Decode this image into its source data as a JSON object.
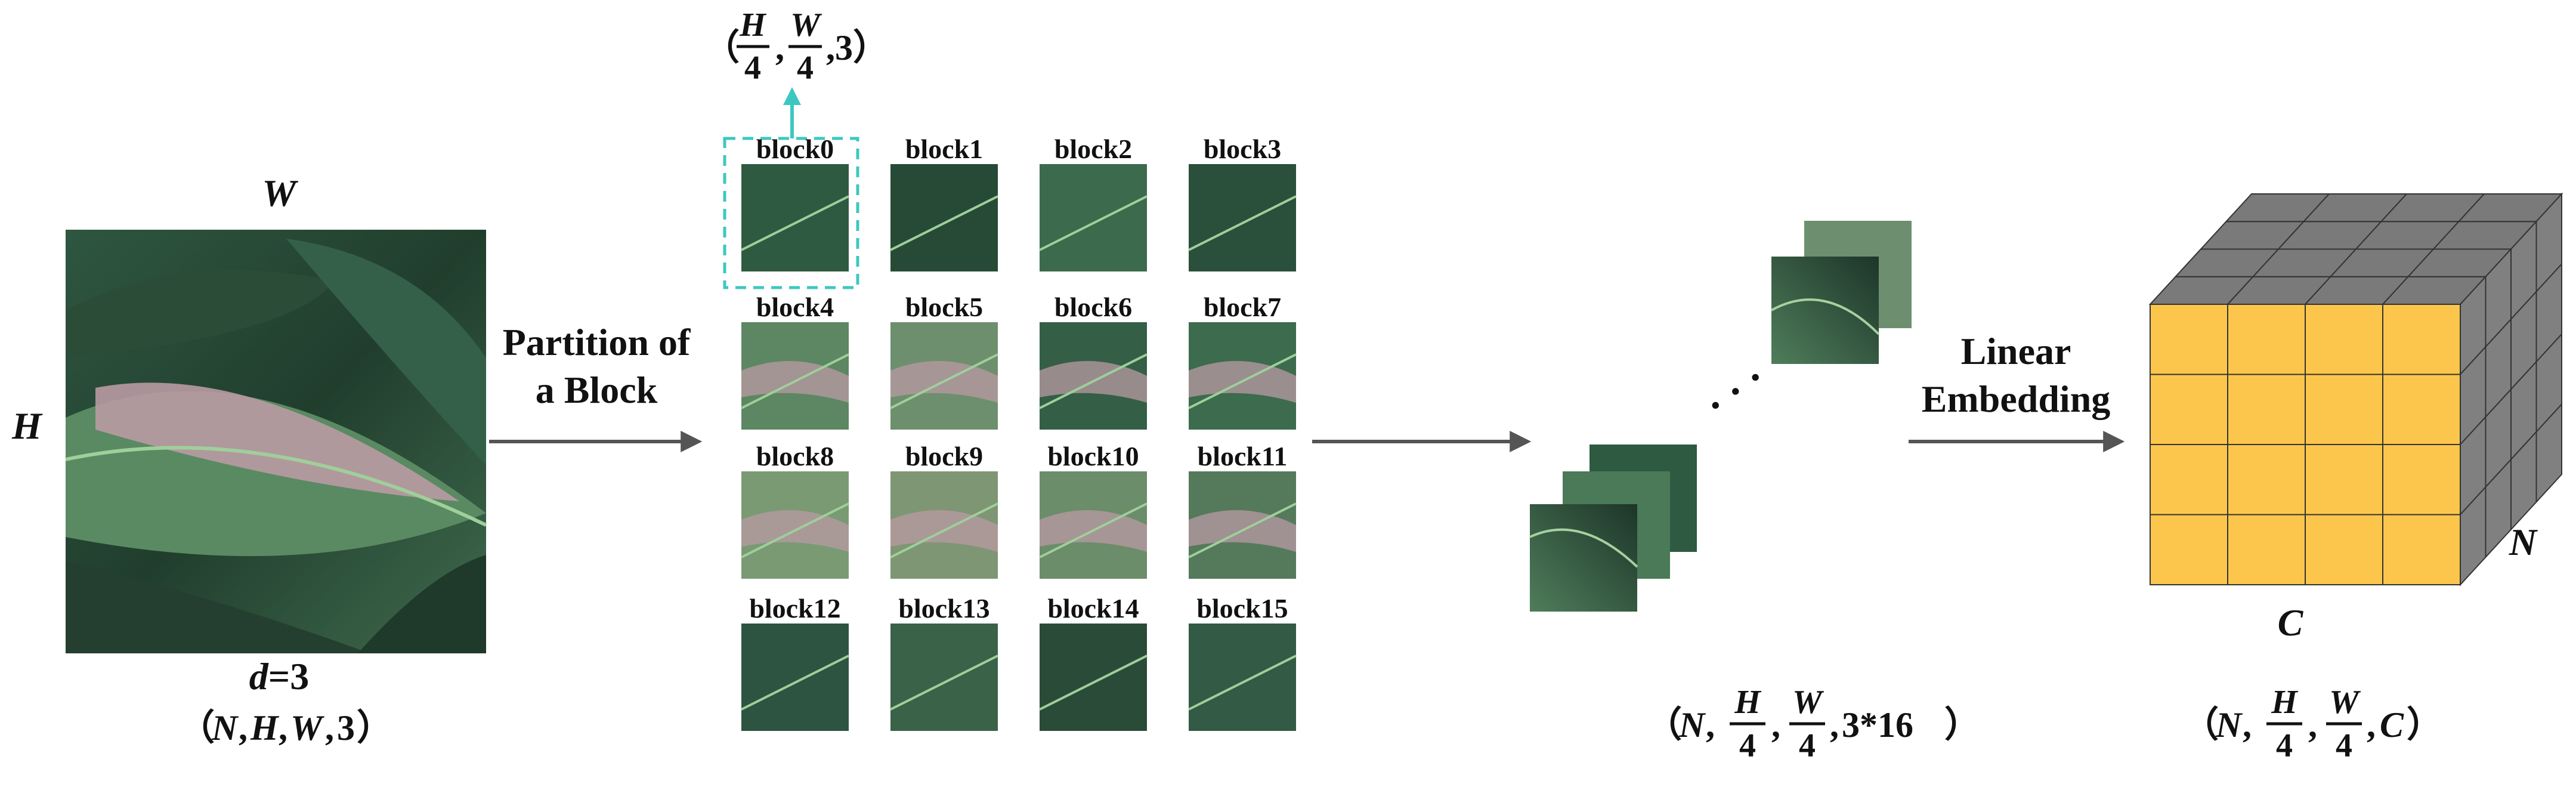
{
  "input": {
    "width_label": "W",
    "height_label": "H",
    "depth_label": "d=3",
    "shape_parts": [
      "N",
      "H",
      "W",
      "3"
    ]
  },
  "partition": {
    "label_line1": "Partition of",
    "label_line2": "a Block"
  },
  "block_shape": {
    "num1": "H",
    "den1": "4",
    "num2": "W",
    "den2": "4",
    "tail": "3"
  },
  "blocks": [
    "block0",
    "block1",
    "block2",
    "block3",
    "block4",
    "block5",
    "block6",
    "block7",
    "block8",
    "block9",
    "block10",
    "block11",
    "block12",
    "block13",
    "block14",
    "block15"
  ],
  "flattened": {
    "dots": "·  ·  ·",
    "shape": {
      "head": "N",
      "num1": "H",
      "den1": "4",
      "num2": "W",
      "den2": "4",
      "tail": "3*16"
    }
  },
  "embedding": {
    "label_line1": "Linear",
    "label_line2": "Embedding",
    "c_label": "C",
    "n_label": "N",
    "shape": {
      "head": "N",
      "num1": "H",
      "den1": "4",
      "num2": "W",
      "den2": "4",
      "tail": "C"
    }
  },
  "colors": {
    "arrow": "#555555",
    "highlight": "#3cc8c0",
    "cube_front": "#fbc64b",
    "cube_side": "#808080",
    "cube_top": "#7a7a7a",
    "leaf_dark": "#1f3a2a",
    "leaf_mid": "#3f6b4e",
    "lesion": "#b99aa4"
  }
}
